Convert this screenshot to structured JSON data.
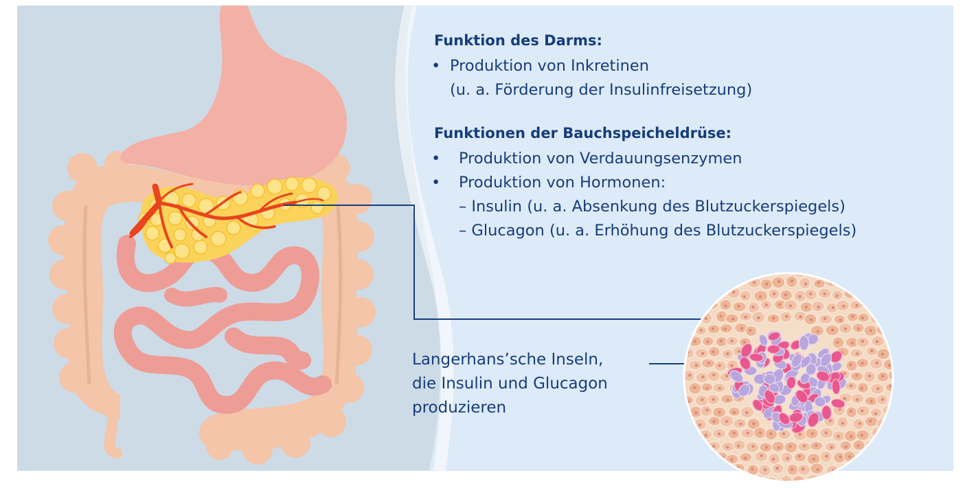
{
  "intestine": {
    "heading": "Funktion des Darms:",
    "items": [
      {
        "line1": "Produktion von Inkretinen",
        "line2": "(u. a. Förderung der Insulinfreisetzung)"
      }
    ]
  },
  "pancreas": {
    "heading": "Funktionen der Bauchspeicheldrüse:",
    "items": [
      {
        "text": "Produktion von Verdauungsenzymen"
      },
      {
        "text": "Produktion von Hormonen:"
      }
    ],
    "sub_items": [
      "– Insulin (u. a. Absenkung des Blutzuckerspiegels)",
      "– Glucagon (u. a. Erhöhung des Blutzuckerspiegels)"
    ]
  },
  "islets_label": {
    "lines": [
      "Langerhans’sche Inseln,",
      "die Insulin und Glucagon",
      "produzieren"
    ]
  },
  "bullet_char": "•",
  "colors": {
    "background_left": "#cddbe7",
    "background_right": "#ddeaf7",
    "text": "#163d7a",
    "stomach": "#f2b0a6",
    "intestine": "#f4c5a8",
    "small_intestine": "#ee9c96",
    "pancreas": "#fcd35a",
    "vessels": "#e8441e",
    "leader_line": "#163d7a",
    "islet_pink": "#e8588f",
    "islet_lilac": "#b9a6dc"
  }
}
